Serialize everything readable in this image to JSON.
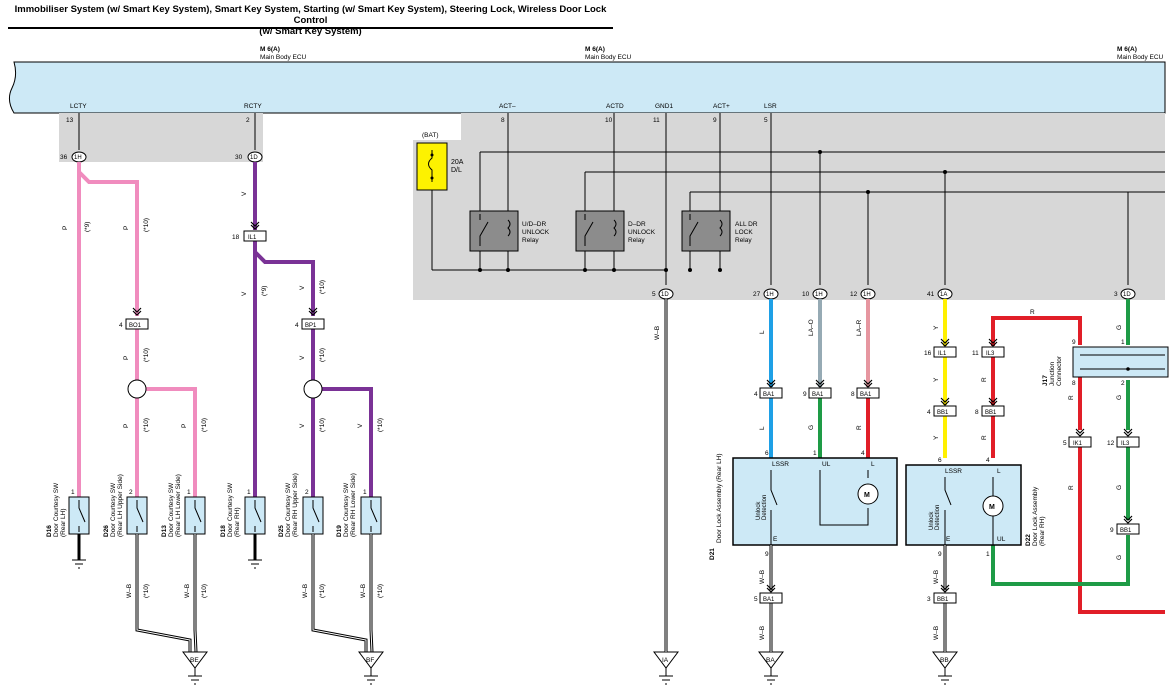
{
  "title": {
    "line1": "Immobiliser System (w/ Smart Key System), Smart Key System, Starting (w/ Smart Key System), Steering Lock, Wireless Door Lock Control",
    "line2": "(w/ Smart Key System)"
  },
  "ecu": {
    "code": "M 6(A)",
    "name": "Main Body ECU"
  },
  "ecu_pins": {
    "lcty": {
      "name": "LCTY",
      "num": "13"
    },
    "rcty": {
      "name": "RCTY",
      "num": "2"
    },
    "act_minus": {
      "name": "ACT–",
      "num": "8"
    },
    "actd": {
      "name": "ACTD",
      "num": "10"
    },
    "gnd1": {
      "name": "GND1",
      "num": "11"
    },
    "act_plus": {
      "name": "ACT+",
      "num": "9"
    },
    "lsr": {
      "name": "LSR",
      "num": "5"
    }
  },
  "fuse": {
    "bat": "(BAT)",
    "rating": "20A",
    "name": "D/L"
  },
  "relays": {
    "ud": {
      "l1": "U/D–DR",
      "l2": "UNLOCK",
      "l3": "Relay"
    },
    "d": {
      "l1": "D–DR",
      "l2": "UNLOCK",
      "l3": "Relay"
    },
    "all": {
      "l1": "ALL DR",
      "l2": "LOCK",
      "l3": "Relay"
    }
  },
  "junctions": {
    "1h": "1H",
    "1d": "1D",
    "1a": "1A",
    "bo1": "BO1",
    "bp1": "BP1",
    "il1": "IL1",
    "il3": "IL3",
    "ba1": "BA1",
    "bb1": "BB1",
    "ik1": "IK1"
  },
  "pins": {
    "p36": "36",
    "p30": "30",
    "p18": "18",
    "p4": "4",
    "p5": "5",
    "p27": "27",
    "p10": "10",
    "p12": "12",
    "p41": "41",
    "p3": "3",
    "p16": "16",
    "p11": "11",
    "p9": "9",
    "p8": "8",
    "p6": "6",
    "p2": "2",
    "p1": "1",
    "p12b": "12"
  },
  "wires": {
    "p": "P",
    "v": "V",
    "wb": "W–B",
    "l": "L",
    "lao": "LA–O",
    "lar": "LA–R",
    "y": "Y",
    "r": "R",
    "g": "G",
    "n9": "(*9)",
    "n10": "(*10)"
  },
  "switches": {
    "d16": {
      "code": "D16",
      "l1": "Door Courtesy SW",
      "l2": "(Rear LH)"
    },
    "d26": {
      "code": "D26",
      "l1": "Door Courtesy SW",
      "l2": "(Rear LH Upper Side)"
    },
    "d13": {
      "code": "D13",
      "l1": "Door Courtesy SW",
      "l2": "(Rear LH Lower Side)"
    },
    "d18": {
      "code": "D18",
      "l1": "Door Courtesy SW",
      "l2": "(Rear RH)"
    },
    "d25": {
      "code": "D25",
      "l1": "Door Courtesy SW",
      "l2": "(Rear RH Upper Side)"
    },
    "d19": {
      "code": "D19",
      "l1": "Door Courtesy SW",
      "l2": "(Rear RH Lower Side)"
    }
  },
  "locks": {
    "d21": {
      "code": "D21",
      "l1": "Door Lock Assembly (Rear LH)"
    },
    "d22": {
      "code": "D22",
      "l1": "Door Lock Assembly",
      "l2": "(Rear RH)"
    },
    "lssr": "LSSR",
    "ul": "UL",
    "l": "L",
    "e": "E",
    "unlock1": "Unlock",
    "unlock2": "Detection",
    "motor": "M"
  },
  "junction_connector": {
    "code": "J17",
    "l1": "Junction",
    "l2": "Connector"
  },
  "grounds": {
    "be": "BE",
    "bf": "BF",
    "ia": "IA",
    "ba": "BA",
    "bb": "BB"
  }
}
